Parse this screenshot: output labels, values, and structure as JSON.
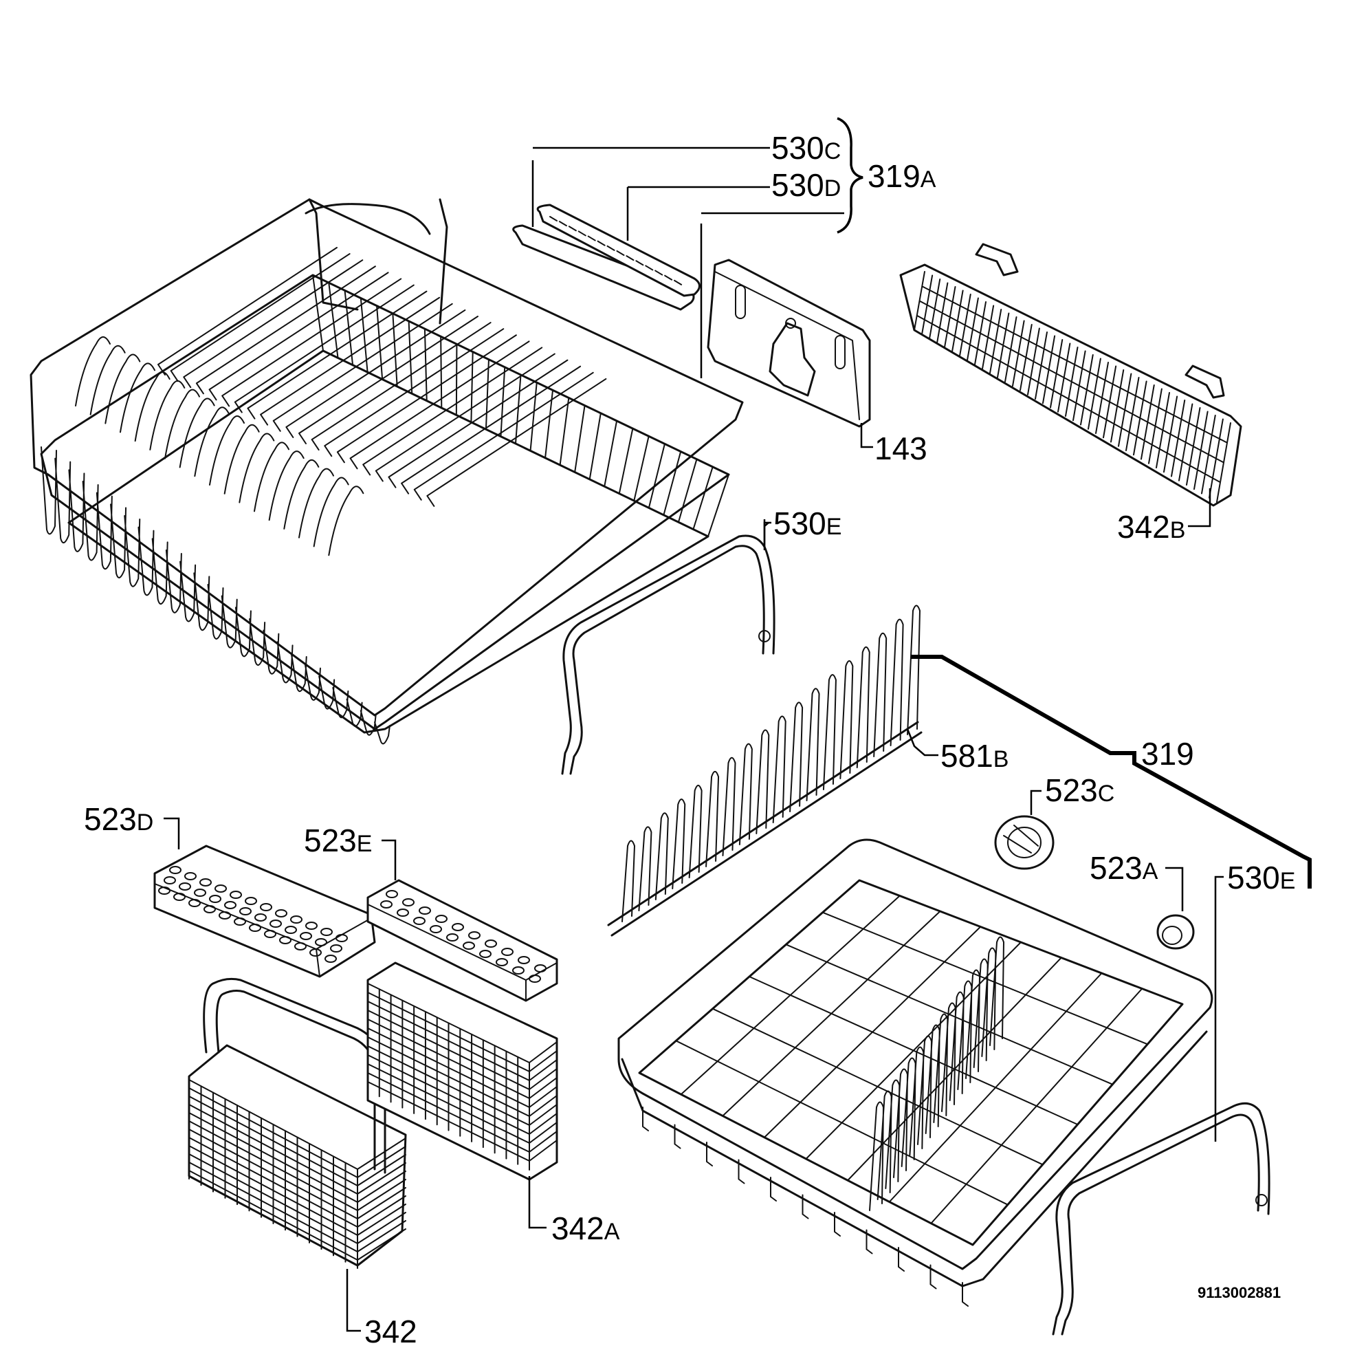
{
  "callouts": [
    {
      "id": "530C",
      "num": "530",
      "suffix": "C"
    },
    {
      "id": "530D",
      "num": "530",
      "suffix": "D"
    },
    {
      "id": "319A",
      "num": "319",
      "suffix": "A"
    },
    {
      "id": "143",
      "num": "143",
      "suffix": ""
    },
    {
      "id": "342B",
      "num": "342",
      "suffix": "B"
    },
    {
      "id": "530E-upper",
      "num": "530",
      "suffix": "E"
    },
    {
      "id": "319",
      "num": "319",
      "suffix": ""
    },
    {
      "id": "581B",
      "num": "581",
      "suffix": "B"
    },
    {
      "id": "523C",
      "num": "523",
      "suffix": "C"
    },
    {
      "id": "523A",
      "num": "523",
      "suffix": "A"
    },
    {
      "id": "530E-lower",
      "num": "530",
      "suffix": "E"
    },
    {
      "id": "523D",
      "num": "523",
      "suffix": "D"
    },
    {
      "id": "523E",
      "num": "523",
      "suffix": "E"
    },
    {
      "id": "342A",
      "num": "342",
      "suffix": "A"
    },
    {
      "id": "342",
      "num": "342",
      "suffix": ""
    }
  ],
  "document_id": "9113002881",
  "icons": {
    "upper_basket": "upper-basket-icon",
    "lower_basket": "lower-basket-icon",
    "cup_shelf": "cup-shelf-icon",
    "adjuster": "height-adjuster-icon",
    "rail": "guide-rail-icon",
    "plate_rack": "plate-rack-icon",
    "wheel": "wheel-icon",
    "cutlery_basket": "cutlery-basket-icon",
    "cutlery_lid": "cutlery-lid-icon"
  },
  "colors": {
    "ink": "#000000",
    "paper": "#ffffff"
  }
}
